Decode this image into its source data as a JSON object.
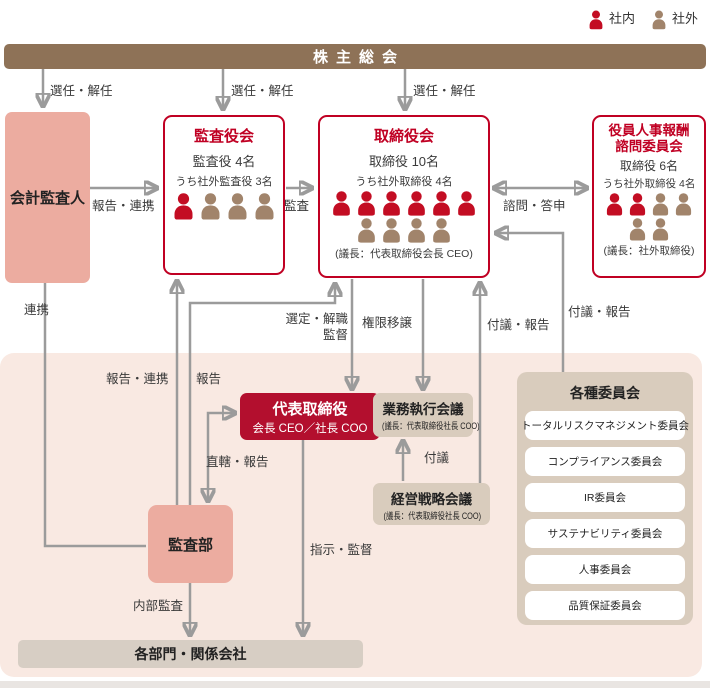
{
  "colors": {
    "red_person": "#c30d23",
    "brown_person": "#a1846b",
    "accent_red": "#c00023",
    "bar_brown": "#8e7257",
    "pink_box": "#ecaca0",
    "panel_pink": "#f9e9e2",
    "tan": "#d9ccbd",
    "line_gray": "#9b9b9b"
  },
  "legend": {
    "items": [
      {
        "icon": "person-icon",
        "icon_rows": [
          [
            "red"
          ]
        ],
        "label": "社内"
      },
      {
        "icon": "person-icon",
        "icon_rows": [
          [
            "brown"
          ]
        ],
        "label": "社外"
      }
    ]
  },
  "shareholders": {
    "label": "株主総会"
  },
  "appointments": [
    "選任・解任",
    "選任・解任",
    "選任・解任"
  ],
  "auditor_box": {
    "label": "会計監査人"
  },
  "audit_board": {
    "title": "監査役会",
    "line1": "監査役 4名",
    "line2": "うち社外監査役 3名",
    "icon_rows": [
      [
        "red",
        "brown",
        "brown",
        "brown"
      ]
    ]
  },
  "board": {
    "title": "取締役会",
    "line1": "取締役 10名",
    "line2": "うち社外取締役 4名",
    "icon_rows": [
      [
        "red",
        "red",
        "red",
        "red",
        "red",
        "red"
      ],
      [
        "brown",
        "brown",
        "brown",
        "brown"
      ]
    ],
    "chair": "(議長：代表取締役会長 CEO)"
  },
  "advisory": {
    "title_line1": "役員人事報酬",
    "title_line2": "諮問委員会",
    "line1": "取締役 6名",
    "line2": "うち社外取締役 4名",
    "icon_rows": [
      [
        "red",
        "red",
        "brown",
        "brown"
      ],
      [
        "brown",
        "brown"
      ]
    ],
    "chair": "(議長：社外取締役)"
  },
  "ceo_box": {
    "title": "代表取締役",
    "subtitle": "会長 CEO／社長 COO"
  },
  "exec_meeting": {
    "title": "業務執行会議",
    "subtitle": "(議長：代表取締役社長 COO)"
  },
  "strategy_meeting": {
    "title": "経営戦略会議",
    "subtitle": "(議長：代表取締役社長 COO)"
  },
  "audit_dept": {
    "label": "監査部"
  },
  "departments": {
    "label": "各部門・関係会社"
  },
  "committees": {
    "title": "各種委員会",
    "items": [
      "トータルリスクマネジメント委員会",
      "コンプライアンス委員会",
      "IR委員会",
      "サステナビリティ委員会",
      "人事委員会",
      "品質保証委員会"
    ]
  },
  "edge_labels": {
    "report_coop_top": "報告・連携",
    "audit": "監査",
    "advice": "諮問・答申",
    "coop": "連携",
    "report_coop_left": "報告・連携",
    "report": "報告",
    "select_line1": "選定・解職",
    "select_line2": "監督",
    "delegate": "権限移譲",
    "submit_report_1": "付議・報告",
    "submit_report_2": "付議・報告",
    "direct_report": "直轄・報告",
    "submit": "付議",
    "internal_audit": "内部監査",
    "instruct": "指示・監督"
  }
}
